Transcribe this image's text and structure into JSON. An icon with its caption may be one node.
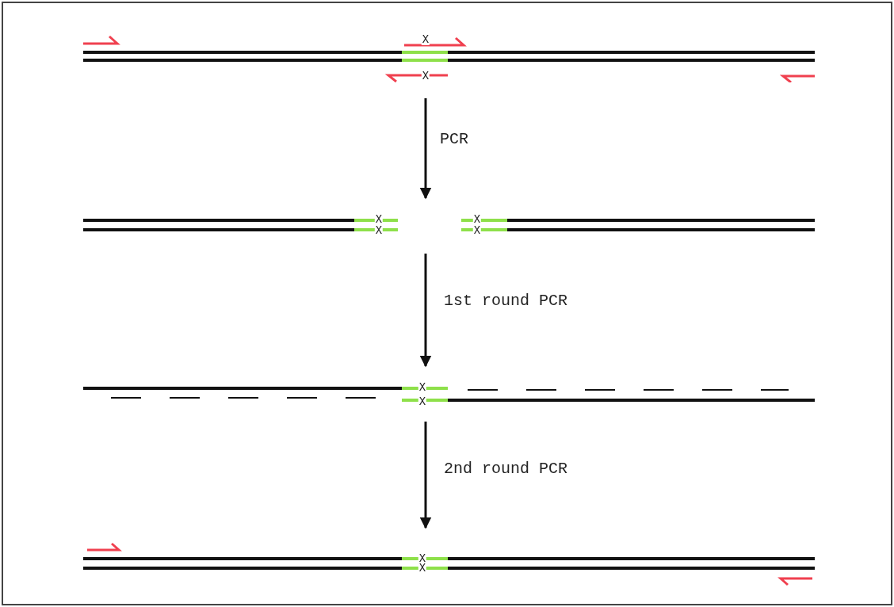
{
  "diagram": {
    "nodes": [
      {
        "text": [],
        "shape": "bar"
      },
      {
        "text": [],
        "shape": "bar"
      },
      {
        "text": [],
        "shape": "bar"
      },
      {
        "text": [],
        "shape": "bar"
      }
    ],
    "edges": [
      {
        "from": 0,
        "to": 1,
        "arrow": "to",
        "label": "PCR"
      },
      {
        "from": 1,
        "to": 2,
        "arrow": "to",
        "label": "1st round PCR"
      },
      {
        "from": 2,
        "to": 3,
        "arrow": "to",
        "label": "2nd round PCR"
      }
    ],
    "labels": [
      "X",
      "X",
      "X",
      "X",
      "X",
      "X",
      "X",
      "X",
      "X",
      "X"
    ]
  }
}
